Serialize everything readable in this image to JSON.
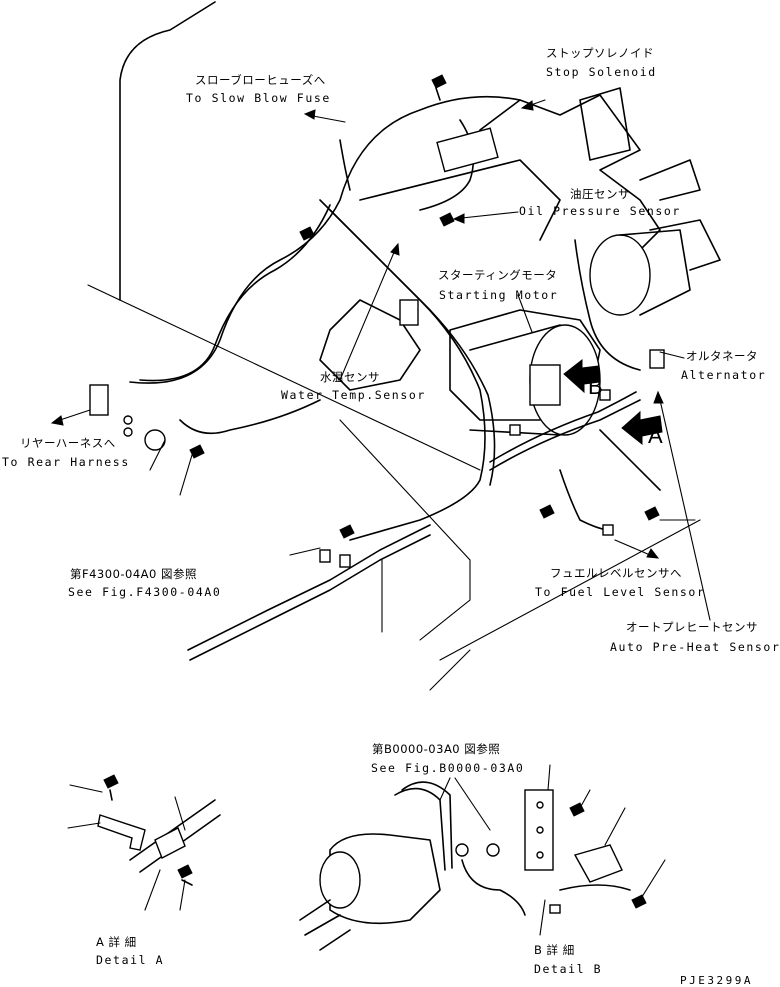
{
  "labels": {
    "stop_solenoid": {
      "ja": "ストップソレノイド",
      "en": "Stop Solenoid"
    },
    "slow_blow_fuse": {
      "ja": "スローブローヒューズへ",
      "en": "To Slow Blow Fuse"
    },
    "oil_pressure_sensor": {
      "ja": "油圧センサ",
      "en": "Oil Pressure Sensor"
    },
    "starting_motor": {
      "ja": "スターティングモータ",
      "en": "Starting Motor"
    },
    "alternator": {
      "ja": "オルタネータ",
      "en": "Alternator"
    },
    "water_temp_sensor": {
      "ja": "水温センサ",
      "en": "Water Temp.Sensor"
    },
    "rear_harness": {
      "ja": "リヤーハーネスへ",
      "en": "To Rear Harness"
    },
    "fig_f4300": {
      "ja": "第F4300-04A0 図参照",
      "en": "See Fig.F4300-04A0"
    },
    "fuel_level_sensor": {
      "ja": "フュエルレベルセンサへ",
      "en": "To Fuel Level Sensor"
    },
    "auto_preheat_sensor": {
      "ja": "オートプレヒートセンサ",
      "en": "Auto Pre-Heat Sensor"
    },
    "fig_b0000": {
      "ja": "第B0000-03A0 図参照",
      "en": "See Fig.B0000-03A0"
    },
    "detail_a": {
      "ja": "A 詳 細",
      "en": "Detail A"
    },
    "detail_b": {
      "ja": "B 詳 細",
      "en": "Detail B"
    }
  },
  "markers": {
    "a": "A",
    "b": "B"
  },
  "drawing_code": "PJE3299A"
}
